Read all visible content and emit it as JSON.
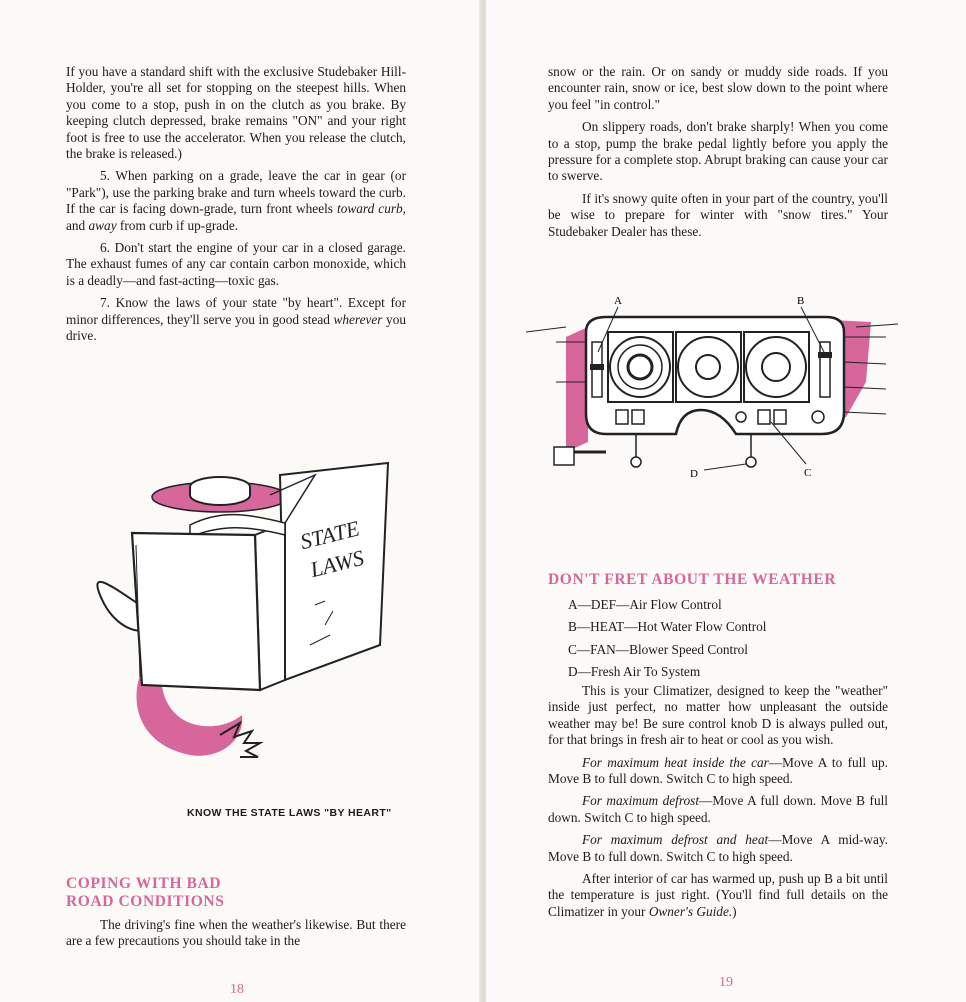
{
  "left": {
    "paragraphs": {
      "p1": "If you have a standard shift with the exclusive Studebaker Hill-Holder, you're all set for stopping on the steepest hills. When you come to a stop, push in on the clutch as you brake. By keeping clutch depressed, brake remains \"ON\" and your right foot is free to use the accelerator. When you release the clutch, the brake is released.)",
      "p5_a": "5. When parking on a grade, leave the car in gear (or \"Park\"), use the parking brake and turn wheels toward the curb. If the car is facing down-grade, turn front wheels ",
      "p5_em1": "toward curb,",
      "p5_b": " and ",
      "p5_em2": "away",
      "p5_c": " from curb if up-grade.",
      "p6": "6. Don't start the engine of your car in a closed garage. The exhaust fumes of any car contain carbon monoxide, which is a deadly—and fast-acting—toxic gas.",
      "p7_a": "7. Know the laws of your state \"by heart\". Except for minor differences, they'll serve you in good stead ",
      "p7_em": "wherever",
      "p7_b": " you drive."
    },
    "illustration": {
      "book_title_line1": "STATE",
      "book_title_line2": "LAWS"
    },
    "caption": "KNOW THE STATE LAWS \"BY HEART\"",
    "heading_line1": "COPING WITH BAD",
    "heading_line2": "ROAD CONDITIONS",
    "bottom_text": "The driving's fine when the weather's likewise. But there are a few precautions you should take in the",
    "page_number": "18"
  },
  "right": {
    "top": {
      "p1": "snow or the rain. Or on sandy or muddy side roads. If you encounter rain, snow or ice, best slow down to the point where you feel \"in control.\"",
      "p2": "On slippery roads, don't brake sharply! When you come to a stop, pump the brake pedal lightly before you apply the pressure for a complete stop. Abrupt braking can cause your car to swerve.",
      "p3": "If it's snowy quite often in your part of the country, you'll be wise to prepare for winter with \"snow tires.\" Your Studebaker Dealer has these."
    },
    "diagram_labels": {
      "a": "A",
      "b": "B",
      "c": "C",
      "d": "D"
    },
    "heading": "DON'T FRET ABOUT THE WEATHER",
    "legend": [
      "A—DEF—Air Flow Control",
      "B—HEAT—Hot Water Flow Control",
      "C—FAN—Blower Speed Control",
      "D—Fresh Air To System"
    ],
    "body": {
      "p1": "This is your Climatizer, designed to keep the \"weather\" inside just perfect, no matter how unpleasant the outside weather may be! Be sure control knob D is always pulled out, for that brings in fresh air to heat or cool as you wish.",
      "p2_em": "For maximum heat inside the car",
      "p2": "—Move A to full up. Move B to full down. Switch C to high speed.",
      "p3_em": "For maximum defrost",
      "p3": "—Move A full down. Move B full down. Switch C to high speed.",
      "p4_em": "For maximum defrost and heat",
      "p4": "—Move A mid-way. Move B to full down. Switch C to high speed.",
      "p5_a": "After interior of car has warmed up, push up B a bit until the temperature is just right. (You'll find full details on the Climatizer in your ",
      "p5_em": "Owner's Guide.",
      "p5_b": ")"
    },
    "page_number": "19"
  },
  "colors": {
    "accent_pink": "#d7669a",
    "ink": "#1c1a1a",
    "paper": "#fbfaf7"
  }
}
